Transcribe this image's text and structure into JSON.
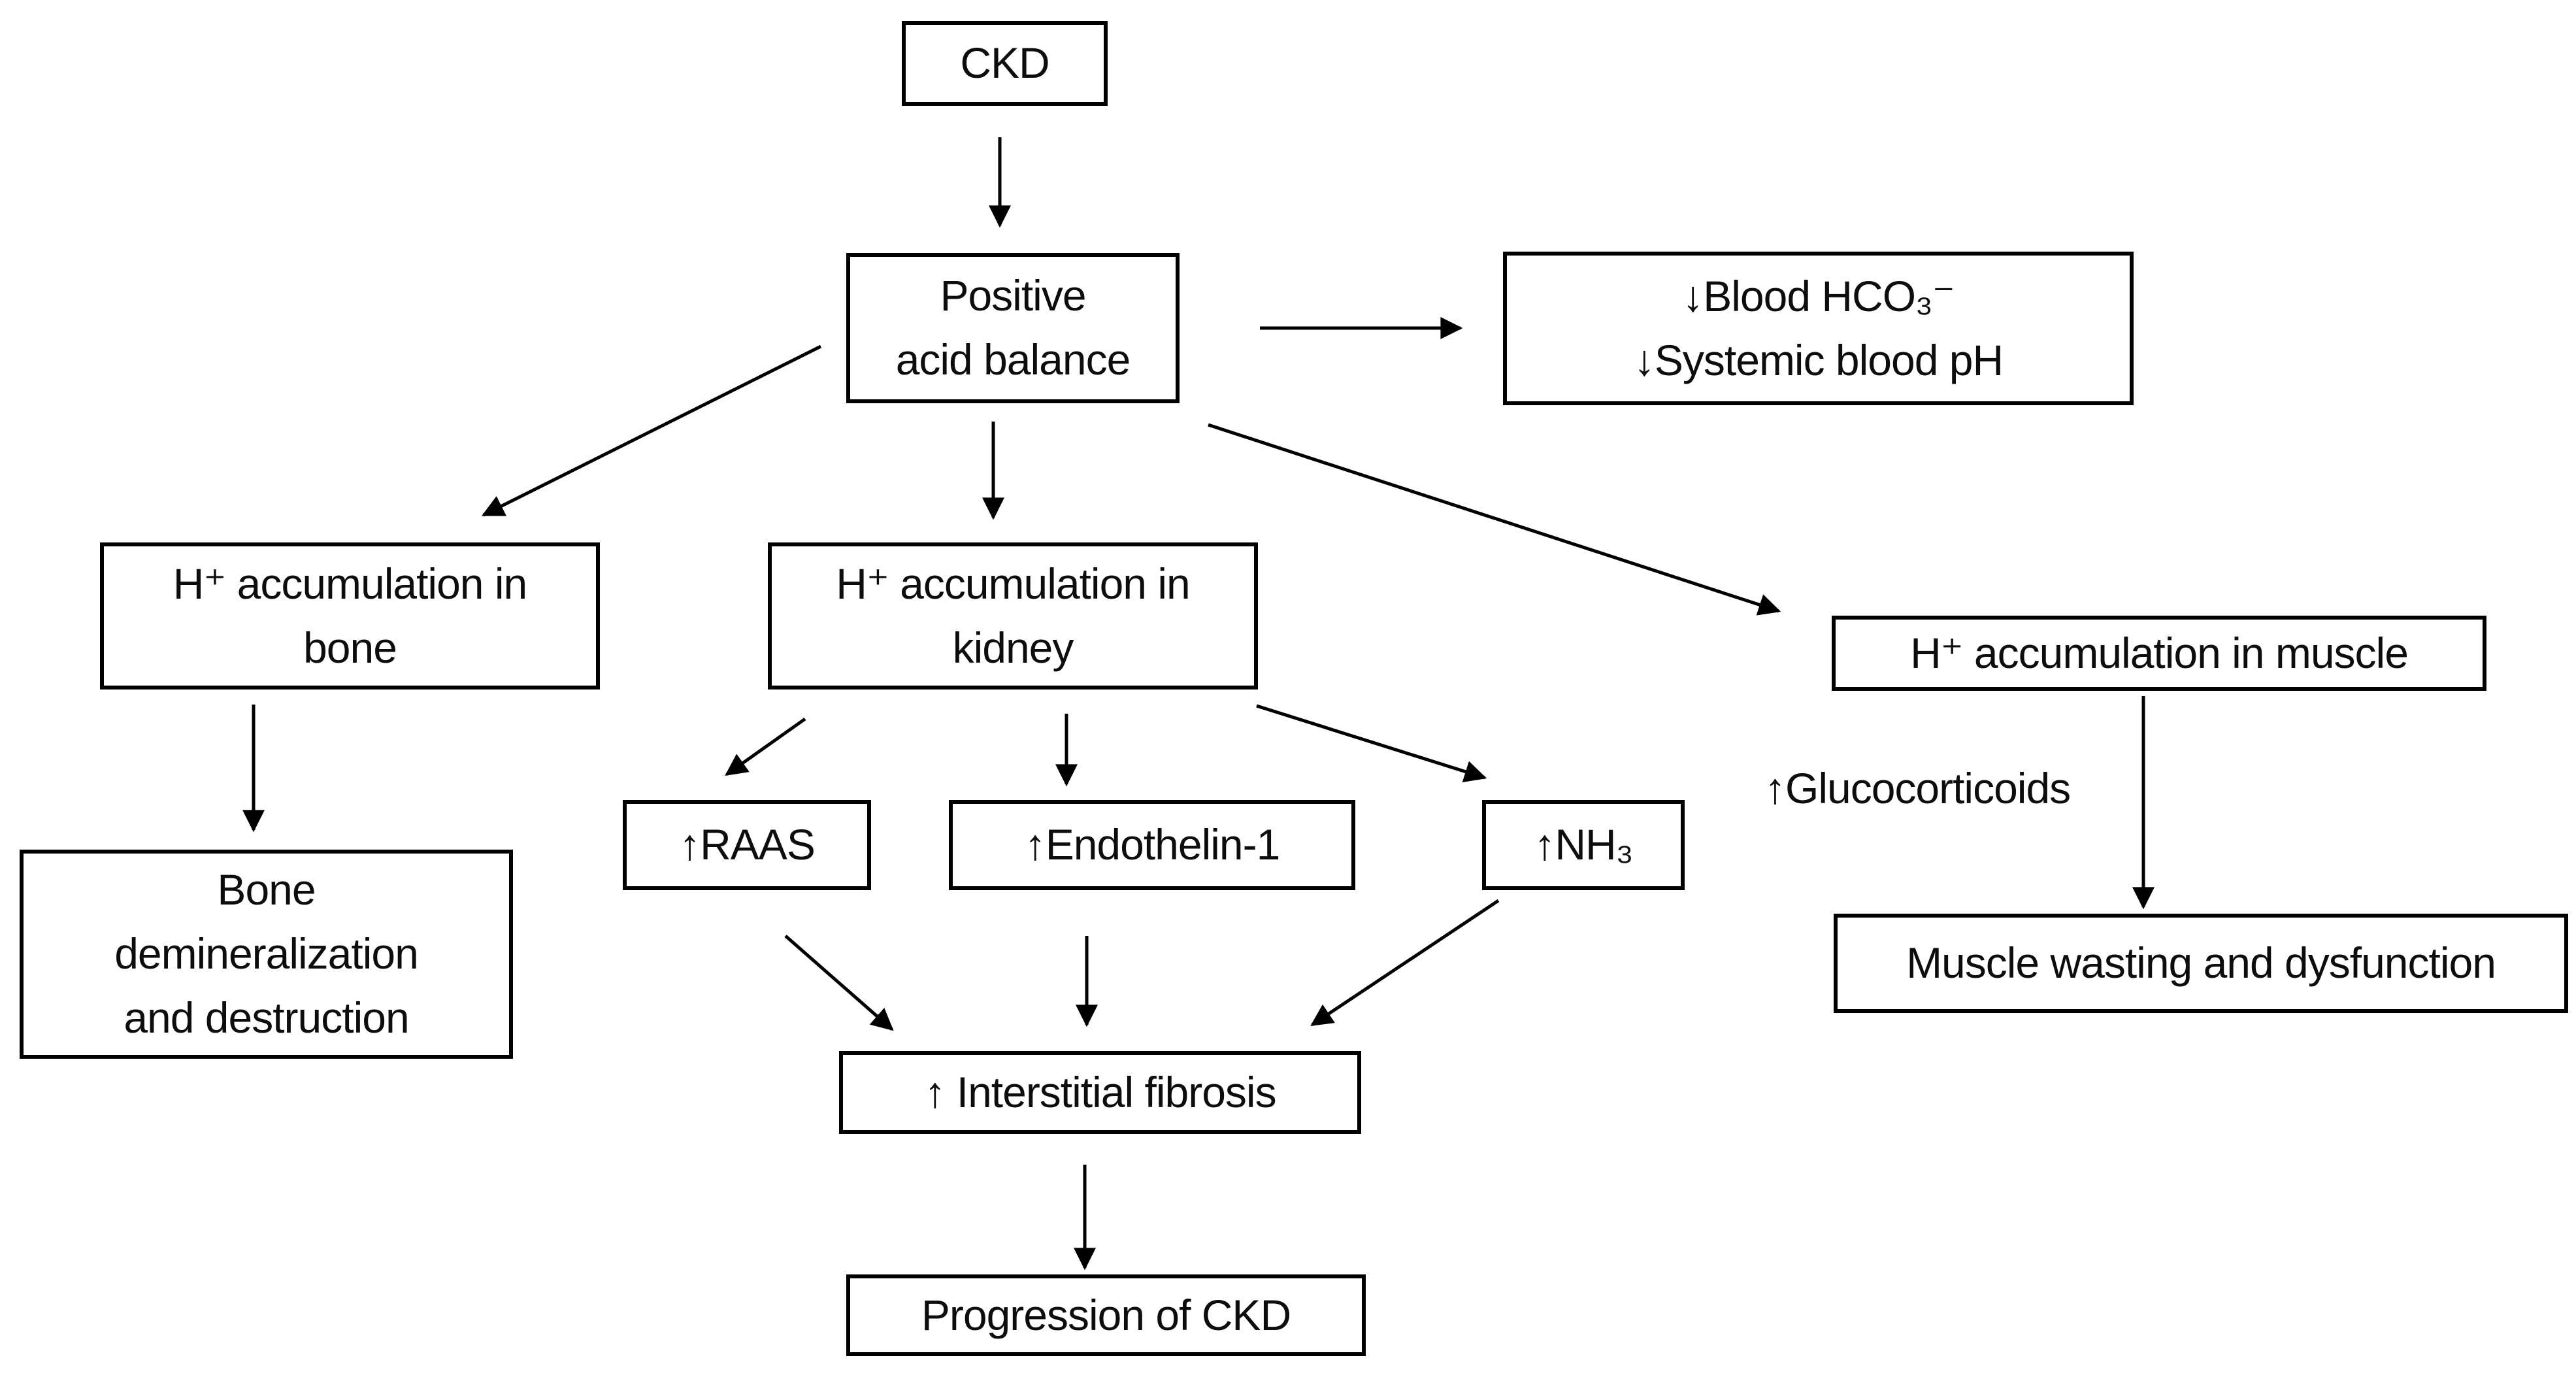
{
  "figure": {
    "nodes": {
      "ckd": {
        "label": "CKD"
      },
      "positive_acid_balance": {
        "line1": "Positive",
        "line2": "acid balance"
      },
      "blood_effects": {
        "line1": "↓Blood  HCO₃⁻",
        "line2": "↓Systemic blood pH"
      },
      "h_accumulation_bone": {
        "line1": "H⁺ accumulation in",
        "line2": "bone"
      },
      "h_accumulation_kidney": {
        "line1": "H⁺ accumulation in",
        "line2": "kidney"
      },
      "h_accumulation_muscle": {
        "label": "H⁺ accumulation in muscle"
      },
      "bone_demineralization": {
        "line1": "Bone",
        "line2": "demineralization",
        "line3": "and destruction"
      },
      "raas": {
        "label": "↑RAAS"
      },
      "endothelin_1": {
        "label": "↑Endothelin-1"
      },
      "nh3": {
        "label": "↑NH₃"
      },
      "glucocorticoids": {
        "label": "↑Glucocorticoids"
      },
      "muscle_wasting": {
        "label": "Muscle wasting and dysfunction"
      },
      "interstitial_fibrosis": {
        "label": "↑ Interstitial fibrosis"
      },
      "progression_of_ckd": {
        "label": "Progression of CKD"
      }
    },
    "edges": [
      {
        "from": "ckd",
        "to": "positive_acid_balance"
      },
      {
        "from": "positive_acid_balance",
        "to": "blood_effects"
      },
      {
        "from": "positive_acid_balance",
        "to": "h_accumulation_bone"
      },
      {
        "from": "positive_acid_balance",
        "to": "h_accumulation_kidney"
      },
      {
        "from": "positive_acid_balance",
        "to": "h_accumulation_muscle"
      },
      {
        "from": "h_accumulation_bone",
        "to": "bone_demineralization"
      },
      {
        "from": "h_accumulation_kidney",
        "to": "raas"
      },
      {
        "from": "h_accumulation_kidney",
        "to": "endothelin_1"
      },
      {
        "from": "h_accumulation_kidney",
        "to": "nh3"
      },
      {
        "from": "raas",
        "to": "interstitial_fibrosis"
      },
      {
        "from": "endothelin_1",
        "to": "interstitial_fibrosis"
      },
      {
        "from": "nh3",
        "to": "interstitial_fibrosis"
      },
      {
        "from": "h_accumulation_muscle",
        "to": "muscle_wasting",
        "label": "↑Glucocorticoids"
      },
      {
        "from": "interstitial_fibrosis",
        "to": "progression_of_ckd"
      }
    ],
    "colors": {
      "box_border": "#000000",
      "arrow": "#000000",
      "text": "#0d0d0d",
      "background": "#ffffff"
    }
  }
}
